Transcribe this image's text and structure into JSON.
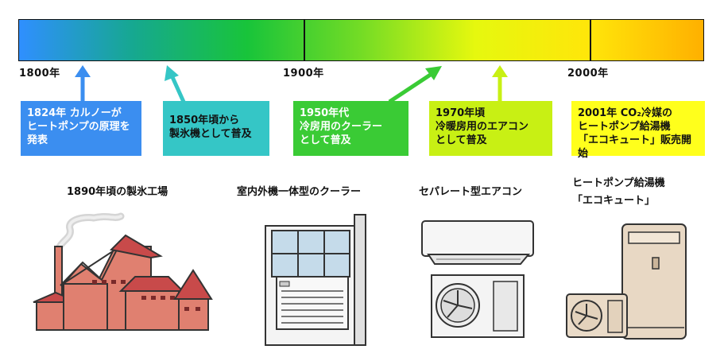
{
  "colors": {
    "bar_gradient": [
      "#2f8fff",
      "#16a890",
      "#18c43a",
      "#74dc25",
      "#e6f80e",
      "#ffe60a",
      "#ffb000"
    ],
    "box_1824": "#3b8ef0",
    "box_1850": "#35c6c6",
    "box_1950": "#3acb35",
    "box_1970": "#c8f014",
    "box_2001": "#ffff1c",
    "arrow_1824": "#3b8ef0",
    "arrow_1850": "#35c6c6",
    "arrow_1950": "#3acb35",
    "arrow_1970": "#c8f014"
  },
  "years": [
    "1800年",
    "1900年",
    "2000年"
  ],
  "events": [
    {
      "text": "1824年 カルノーが\nヒートポンプの原理を\n発表"
    },
    {
      "text": "1850年頃から\n製氷機として普及"
    },
    {
      "text": "1950年代\n冷房用のクーラー\nとして普及"
    },
    {
      "text": "1970年頃\n冷暖房用のエアコン\nとして普及"
    },
    {
      "text": "2001年 CO₂冷媒の\nヒートポンプ給湯機\n「エコキュート」販売開始"
    }
  ],
  "illustrations": [
    {
      "caption": "1890年頃の製氷工場",
      "icon": "factory-icon"
    },
    {
      "caption": "室内外機一体型のクーラー",
      "icon": "window-air-conditioner-icon"
    },
    {
      "caption": "セパレート型エアコン",
      "icon": "split-air-conditioner-icon"
    },
    {
      "caption": "ヒートポンプ給湯機\n「エコキュート」",
      "icon": "heat-pump-water-heater-icon"
    }
  ]
}
